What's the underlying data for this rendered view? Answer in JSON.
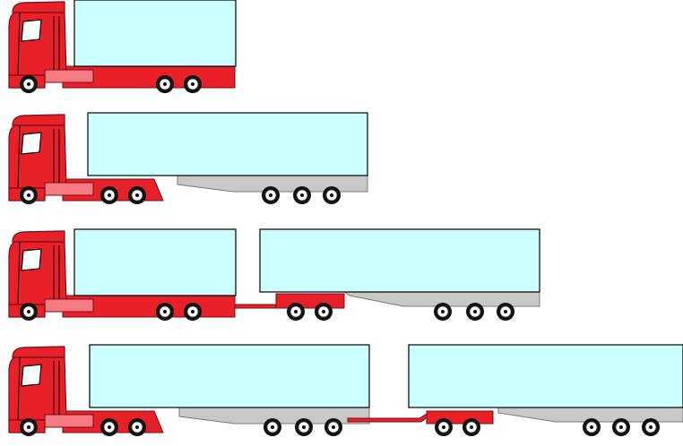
{
  "figure": {
    "rows": [
      {
        "id": "rigid-truck",
        "units": [
          "cab",
          "rigid-box"
        ]
      },
      {
        "id": "tractor-semitrailer",
        "units": [
          "cab",
          "semi-trailer"
        ]
      },
      {
        "id": "truck-dolly-semitrailer",
        "units": [
          "cab",
          "rigid-box",
          "dolly",
          "semi-trailer"
        ]
      },
      {
        "id": "b-double",
        "units": [
          "cab",
          "semi-trailer",
          "link-dolly",
          "semi-trailer"
        ]
      }
    ],
    "colors": {
      "cab": "#e8202a",
      "step": "#f57a82",
      "cargo_box": "#ccffff",
      "trailer_chassis": "#c8c8c8",
      "wheel": "#111111"
    }
  }
}
